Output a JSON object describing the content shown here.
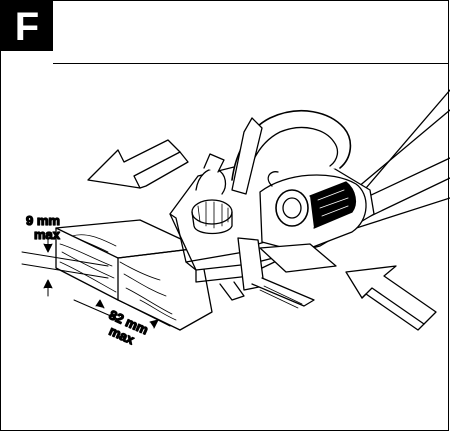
{
  "figure_letter": "F",
  "depth_label": {
    "value": "9 mm",
    "suffix": "max"
  },
  "width_label": {
    "value": "82 mm",
    "suffix": "max"
  },
  "colors": {
    "ink": "#000000",
    "paper": "#ffffff",
    "badge": "#000000"
  },
  "icons": [
    "direction-arrow-left",
    "direction-arrow-right",
    "planer-illustration"
  ]
}
